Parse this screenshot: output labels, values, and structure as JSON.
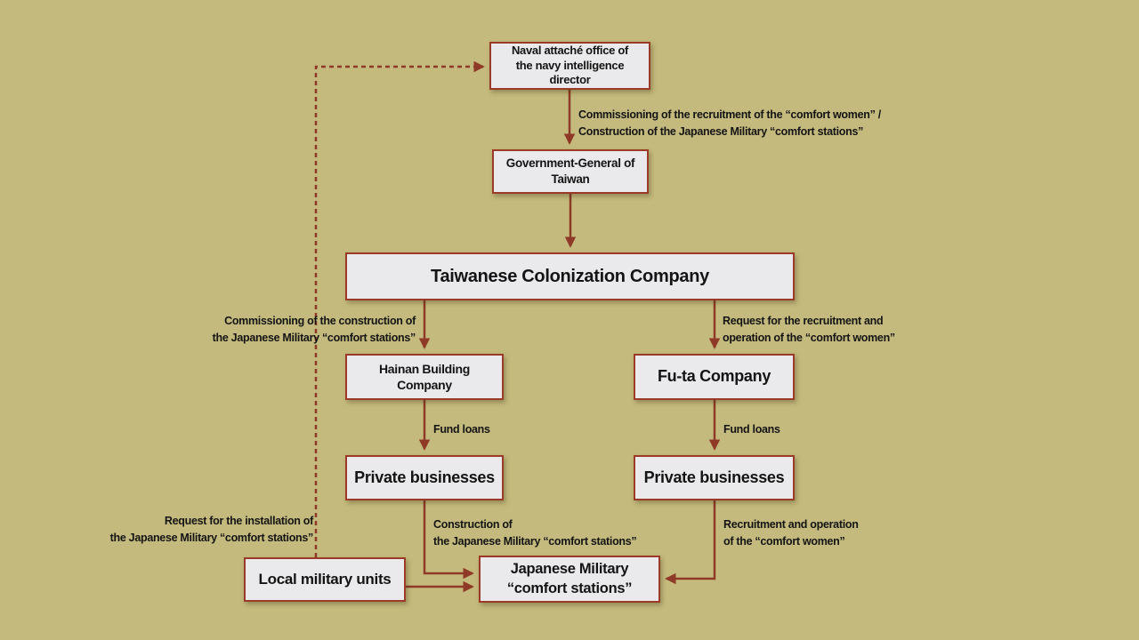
{
  "colors": {
    "background": "#c4ba7d",
    "box_fill": "#eaeaec",
    "box_border": "#9b3a27",
    "arrow": "#8e3a26",
    "text": "#141414"
  },
  "boxes": {
    "naval_attache": {
      "label": "Naval attaché office of\nthe navy intelligence director"
    },
    "government_general": {
      "label": "Government-General of Taiwan"
    },
    "taiwanese_colonization": {
      "label": "Taiwanese Colonization Company"
    },
    "hainan_building": {
      "label": "Hainan Building Company"
    },
    "futa_company": {
      "label": "Fu-ta Company"
    },
    "private_businesses_left": {
      "label": "Private businesses"
    },
    "private_businesses_right": {
      "label": "Private businesses"
    },
    "japanese_military_stations": {
      "label": "Japanese Military\n“comfort stations”"
    },
    "local_military_units": {
      "label": "Local military units"
    }
  },
  "edge_labels": {
    "commissioning_recruitment": {
      "text": "Commissioning of the recruitment of the “comfort women” /\nConstruction of the Japanese Military “comfort stations”"
    },
    "commissioning_construction": {
      "text": "Commissioning of the construction of\nthe Japanese Military “comfort stations”"
    },
    "request_recruitment": {
      "text": "Request for the recruitment and\noperation of the “comfort women”"
    },
    "fund_loans_left": {
      "text": "Fund loans"
    },
    "fund_loans_right": {
      "text": "Fund loans"
    },
    "construction_stations": {
      "text": "Construction of\nthe Japanese Military “comfort stations”"
    },
    "recruitment_operation": {
      "text": "Recruitment and operation\nof the “comfort women”"
    },
    "request_installation": {
      "text": "Request for the installation of\nthe Japanese Military “comfort stations”"
    }
  }
}
